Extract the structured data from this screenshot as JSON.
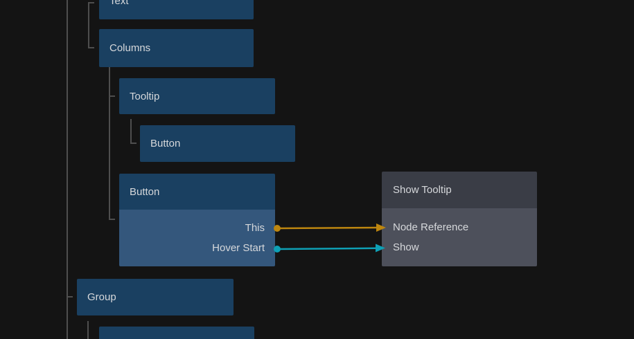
{
  "colors": {
    "background": "#141414",
    "node-blue-header": "#1a4061",
    "node-blue-body": "#34577c",
    "node-gray-header": "#3a3d46",
    "node-gray-body": "#4d505b",
    "text": "#d6d8db",
    "connector": "#4e4e4e",
    "wire-orange": "#bd860f",
    "wire-teal": "#0ea0b5"
  },
  "tree": {
    "text": {
      "label": "Text"
    },
    "columns": {
      "label": "Columns"
    },
    "tooltip": {
      "label": "Tooltip"
    },
    "tooltip_button": {
      "label": "Button"
    },
    "button": {
      "label": "Button",
      "outputs": {
        "this": "This",
        "hover_start": "Hover Start"
      }
    },
    "group": {
      "label": "Group"
    }
  },
  "action_node": {
    "title": "Show Tooltip",
    "inputs": {
      "node_reference": "Node Reference",
      "show": "Show"
    }
  },
  "connections": [
    {
      "from_port": "This",
      "to_port": "Node Reference",
      "color": "#bd860f"
    },
    {
      "from_port": "Hover Start",
      "to_port": "Show",
      "color": "#0ea0b5"
    }
  ]
}
